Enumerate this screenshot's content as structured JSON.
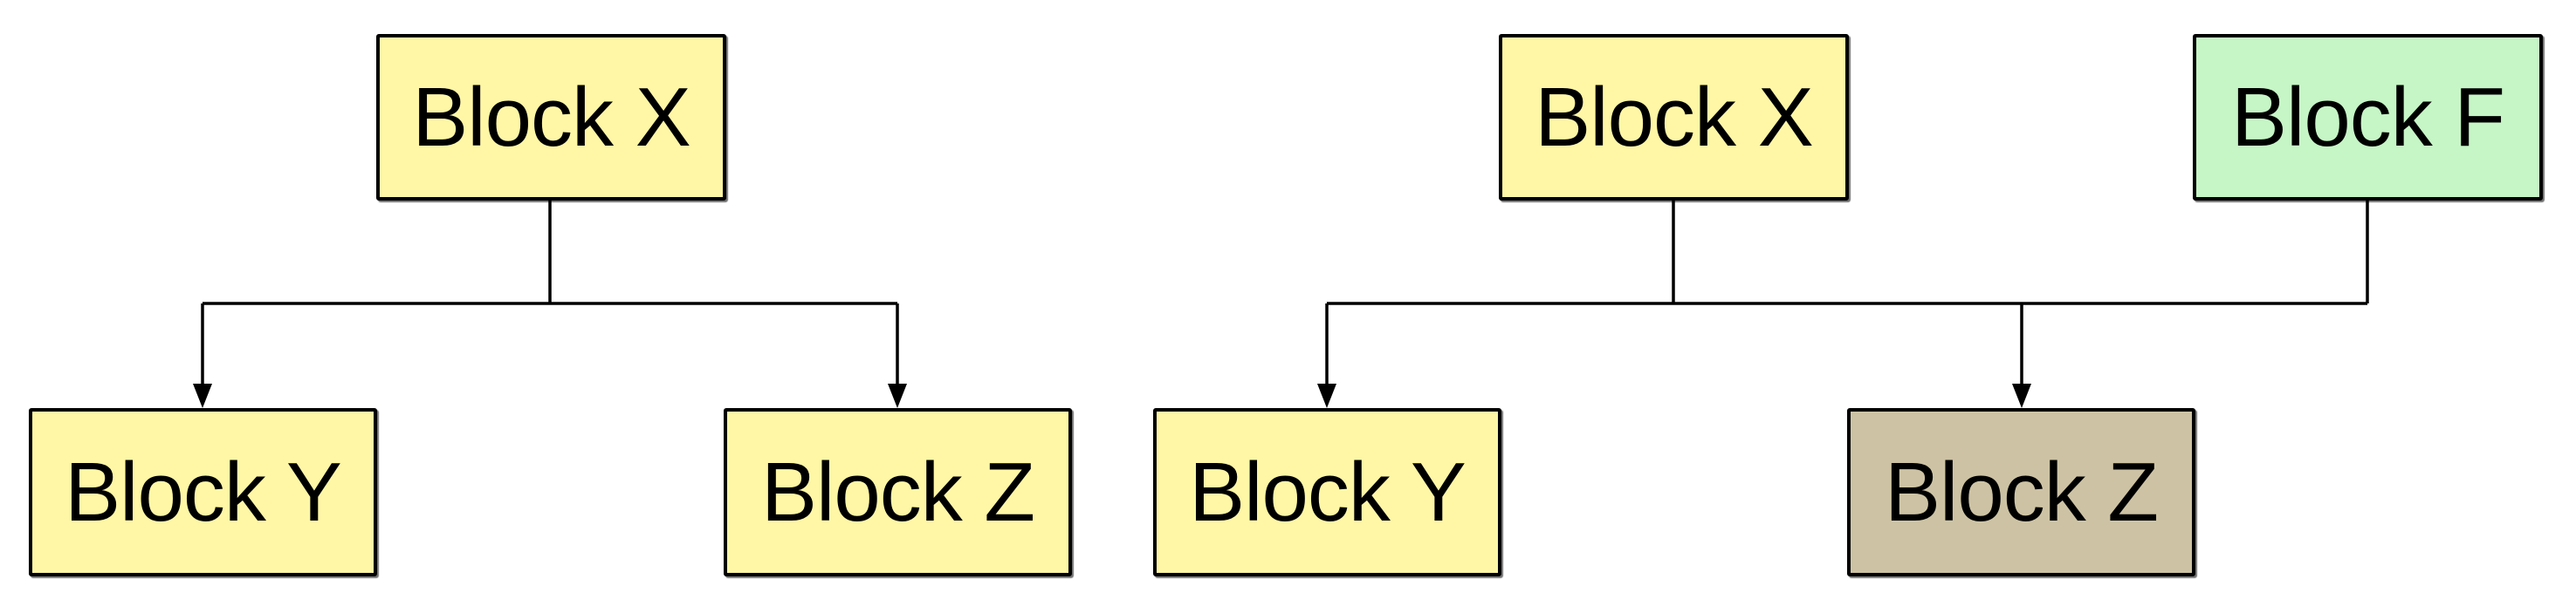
{
  "colors": {
    "yellow": "#fff7a6",
    "green": "#c6f5c6",
    "tan": "#cdc3a4",
    "stroke": "#000000"
  },
  "left_diagram": {
    "block_x": "Block X",
    "block_y": "Block Y",
    "block_z": "Block Z"
  },
  "right_diagram": {
    "block_x": "Block X",
    "block_f": "Block F",
    "block_y": "Block Y",
    "block_z": "Block Z"
  }
}
